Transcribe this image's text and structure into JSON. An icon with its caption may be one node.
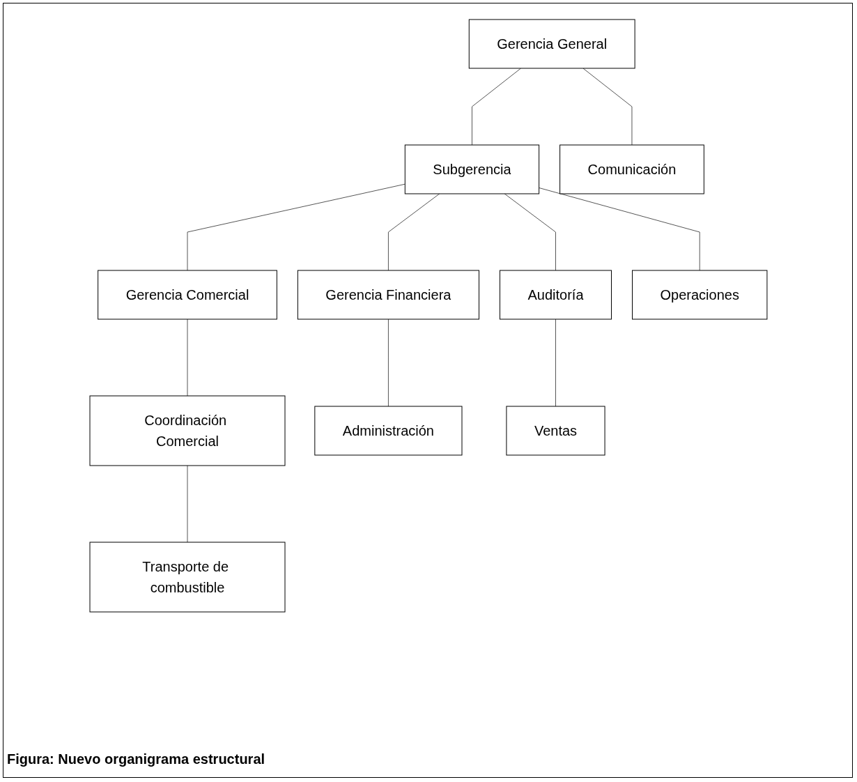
{
  "diagram": {
    "caption": "Figura: Nuevo organigrama estructural",
    "nodes": [
      {
        "text": [
          "Gerencia General"
        ]
      },
      {
        "text": [
          "Comunicación"
        ]
      },
      {
        "text": [
          "Subgerencia"
        ]
      },
      {
        "text": [
          "Gerencia Comercial"
        ]
      },
      {
        "text": [
          "Gerencia Financiera"
        ]
      },
      {
        "text": [
          "Auditoría"
        ]
      },
      {
        "text": [
          "Operaciones"
        ]
      },
      {
        "text": [
          "Coordinación Comercial"
        ]
      },
      {
        "text": [
          "Administración"
        ]
      },
      {
        "text": [
          "Ventas"
        ]
      },
      {
        "text": [
          "Transporte de combustible"
        ]
      }
    ],
    "edges": [
      {
        "from": 0,
        "to": 1,
        "arrow": "none"
      },
      {
        "from": 0,
        "to": 2,
        "arrow": "none"
      },
      {
        "from": 2,
        "to": 3,
        "arrow": "none"
      },
      {
        "from": 2,
        "to": 4,
        "arrow": "none"
      },
      {
        "from": 2,
        "to": 5,
        "arrow": "none"
      },
      {
        "from": 2,
        "to": 6,
        "arrow": "none"
      },
      {
        "from": 3,
        "to": 7,
        "arrow": "none"
      },
      {
        "from": 4,
        "to": 8,
        "arrow": "none"
      },
      {
        "from": 5,
        "to": 9,
        "arrow": "none"
      },
      {
        "from": 7,
        "to": 10,
        "arrow": "none"
      }
    ]
  }
}
